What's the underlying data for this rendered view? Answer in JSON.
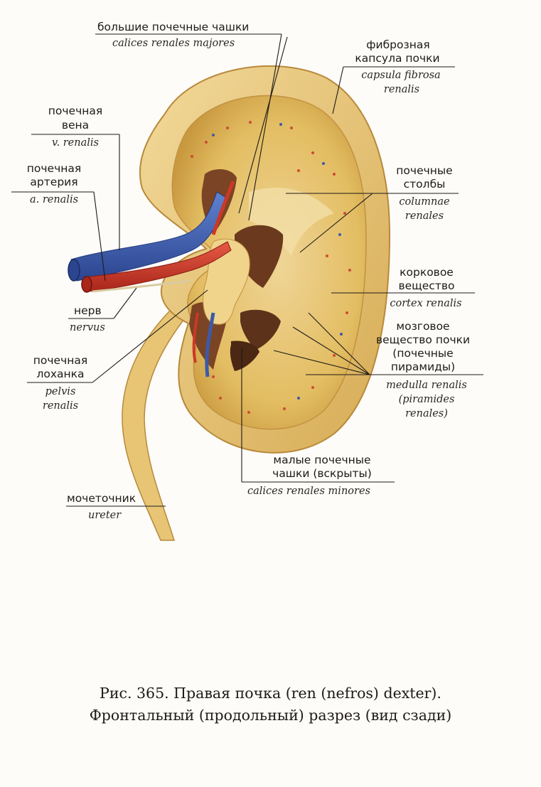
{
  "labels": {
    "calices_majores": {
      "ru": "большие почечные чашки",
      "la": "calices renales majores"
    },
    "capsula": {
      "ru1": "фиброзная",
      "ru2": "капсула почки",
      "la1": "capsula fibrosa",
      "la2": "renalis"
    },
    "vena": {
      "ru1": "почечная",
      "ru2": "вена",
      "la": "v. renalis"
    },
    "arteria": {
      "ru1": "почечная",
      "ru2": "артерия",
      "la": "a. renalis"
    },
    "columnae": {
      "ru1": "почечные",
      "ru2": "столбы",
      "la1": "columnae",
      "la2": "renales"
    },
    "cortex": {
      "ru1": "корковое",
      "ru2": "вещество",
      "la": "cortex renalis"
    },
    "nervus": {
      "ru": "нерв",
      "la": "nervus"
    },
    "medulla": {
      "ru1": "мозговое",
      "ru2": "вещество почки",
      "ru3": "(почечные",
      "ru4": "пирамиды)",
      "la1": "medulla renalis",
      "la2": "(piramides",
      "la3": "renales)"
    },
    "pelvis": {
      "ru1": "почечная",
      "ru2": "лоханка",
      "la1": "pelvis",
      "la2": "renalis"
    },
    "calices_minores": {
      "ru1": "малые почечные",
      "ru2": "чашки (вскрыты)",
      "la": "calices renales minores"
    },
    "ureter": {
      "ru": "мочеточник",
      "la": "ureter"
    }
  },
  "caption": {
    "line1": "Рис. 365. Правая почка (ren (nefros) dexter).",
    "line2": "Фронтальный (продольный) разрез (вид сзади)"
  },
  "colors": {
    "capsule": "#e9c877",
    "cortex": "#e2bd64",
    "medulla": "#c89a45",
    "pyramid_dark": "#6b3a1e",
    "vein": "#3c5aa8",
    "artery": "#cc3826",
    "leader": "#1e1a17"
  }
}
